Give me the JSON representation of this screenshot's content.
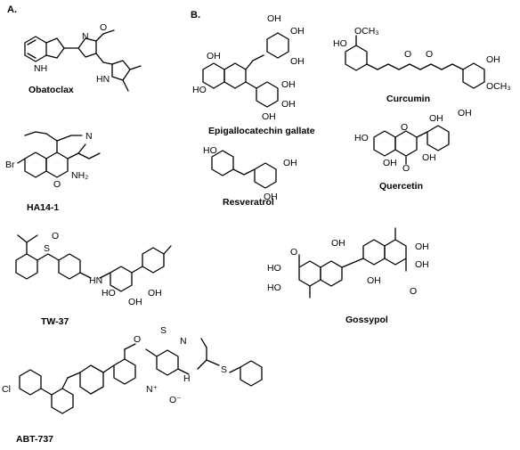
{
  "panels": {
    "a": "A.",
    "b": "B."
  },
  "compounds": {
    "obatoclax": "Obatoclax",
    "ha14": "HA14-1",
    "tw37": "TW-37",
    "abt737": "ABT-737",
    "egcg": "Epigallocatechin gallate",
    "curcumin": "Curcumin",
    "resveratrol": "Resveratrol",
    "quercetin": "Quercetin",
    "gossypol": "Gossypol"
  },
  "atoms": {
    "oh": "OH",
    "o": "O",
    "n": "N",
    "nh": "NH",
    "nh2": "NH₂",
    "h": "H",
    "hn": "HN",
    "och3": "OCH₃",
    "ho": "HO",
    "br": "Br",
    "cl": "Cl",
    "s": "S",
    "no2o": "O⁻",
    "nplus": "N⁺"
  }
}
